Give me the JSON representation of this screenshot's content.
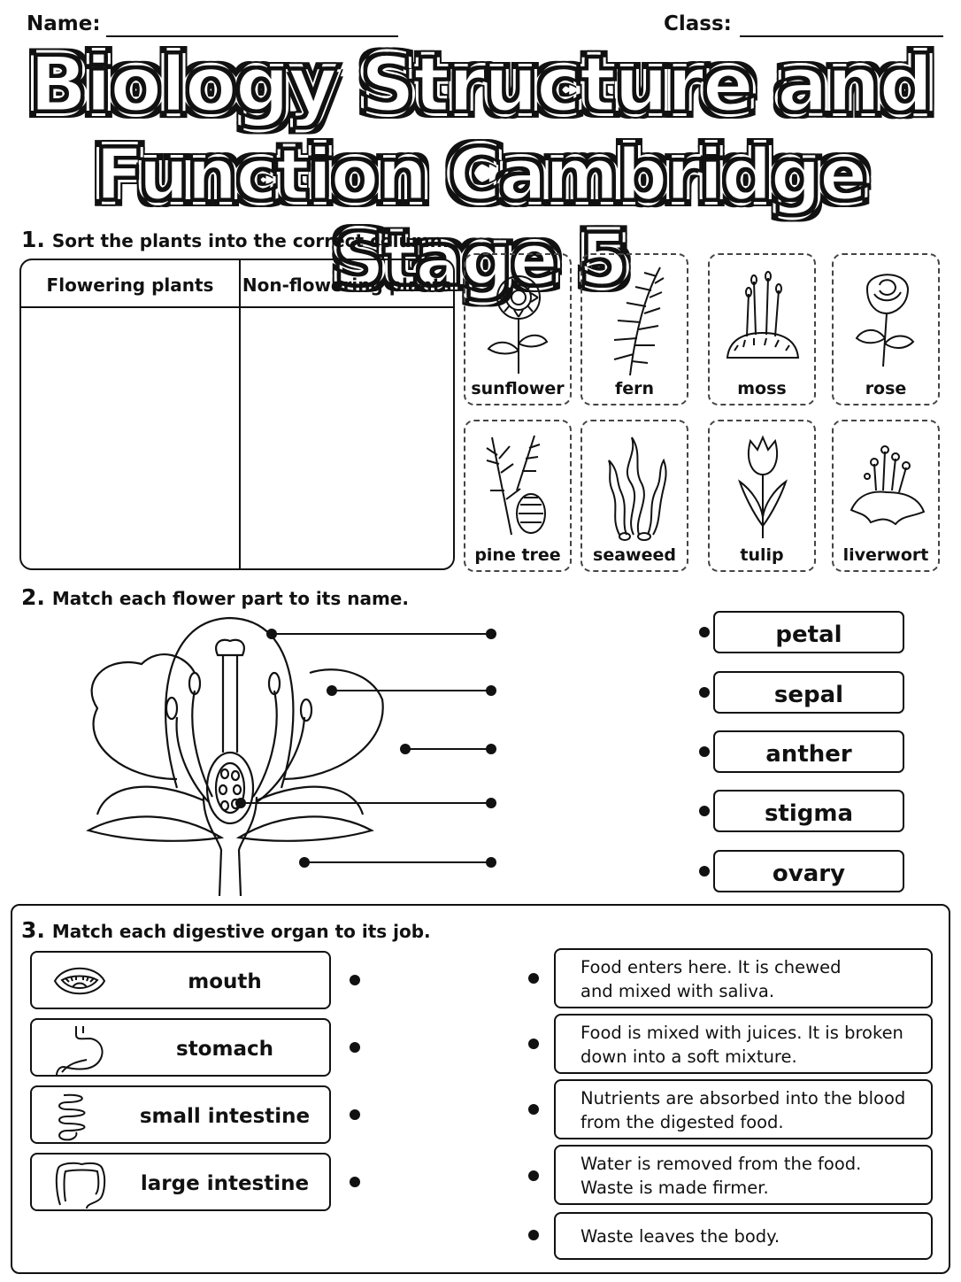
{
  "header": {
    "name_label": "Name:",
    "class_label": "Class:"
  },
  "title": {
    "line1": "Biology Structure and",
    "line2": "Function Cambridge Stage 5"
  },
  "q1": {
    "number": "1.",
    "prompt": "Sort the plants into the correct column.",
    "columns": [
      "Flowering plants",
      "Non-flowering plants"
    ],
    "plants": [
      {
        "name": "sunflower",
        "icon": "sunflower-icon"
      },
      {
        "name": "fern",
        "icon": "fern-icon"
      },
      {
        "name": "moss",
        "icon": "moss-icon"
      },
      {
        "name": "rose",
        "icon": "rose-icon"
      },
      {
        "name": "pine tree",
        "icon": "pine-tree-icon"
      },
      {
        "name": "seaweed",
        "icon": "seaweed-icon"
      },
      {
        "name": "tulip",
        "icon": "tulip-icon"
      },
      {
        "name": "liverwort",
        "icon": "liverwort-icon"
      }
    ]
  },
  "q2": {
    "number": "2.",
    "prompt": "Match each flower part to its name.",
    "parts": [
      "petal",
      "sepal",
      "anther",
      "stigma",
      "ovary"
    ]
  },
  "q3": {
    "number": "3.",
    "prompt": "Match each digestive organ to its job.",
    "organs": [
      {
        "name": "mouth",
        "icon": "mouth-icon"
      },
      {
        "name": "stomach",
        "icon": "stomach-icon"
      },
      {
        "name": "small intestine",
        "icon": "small-intestine-icon"
      },
      {
        "name": "large intestine",
        "icon": "large-intestine-icon"
      }
    ],
    "jobs": [
      {
        "line1": "Food enters here. It is chewed",
        "line2": "and mixed with saliva."
      },
      {
        "line1": "Food is mixed with juices. It is broken",
        "line2": "down into a soft mixture."
      },
      {
        "line1": "Nutrients are absorbed into the blood",
        "line2": "from the digested food."
      },
      {
        "line1": "Water is removed from the food.",
        "line2": "Waste is made firmer."
      },
      {
        "line1": "Waste leaves the body.",
        "line2": ""
      }
    ]
  }
}
